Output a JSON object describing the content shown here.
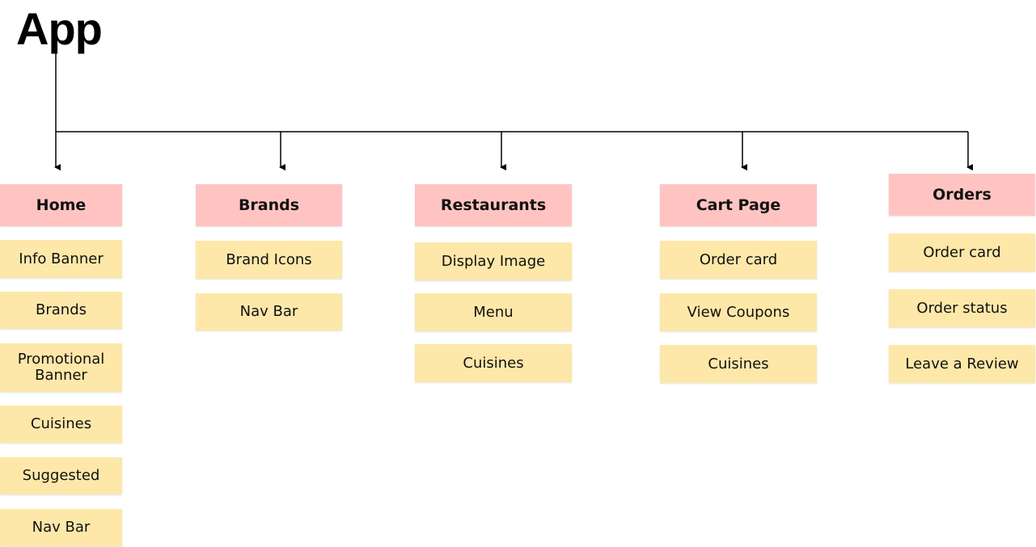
{
  "title": "App",
  "colors": {
    "page_fill": "#FFC4C2",
    "component_fill": "#FDE8A9",
    "line": "#000000"
  },
  "columns": [
    {
      "page": "Home",
      "components": [
        "Info Banner",
        "Brands",
        "Promotional Banner",
        "Cuisines",
        "Suggested",
        "Nav Bar"
      ]
    },
    {
      "page": "Brands",
      "components": [
        "Brand Icons",
        "Nav Bar"
      ]
    },
    {
      "page": "Restaurants",
      "components": [
        "Display Image",
        "Menu",
        "Cuisines"
      ]
    },
    {
      "page": "Cart Page",
      "components": [
        "Order card",
        "View Coupons",
        "Cuisines"
      ]
    },
    {
      "page": "Orders",
      "components": [
        "Order card",
        "Order status",
        "Leave a Review"
      ]
    }
  ]
}
